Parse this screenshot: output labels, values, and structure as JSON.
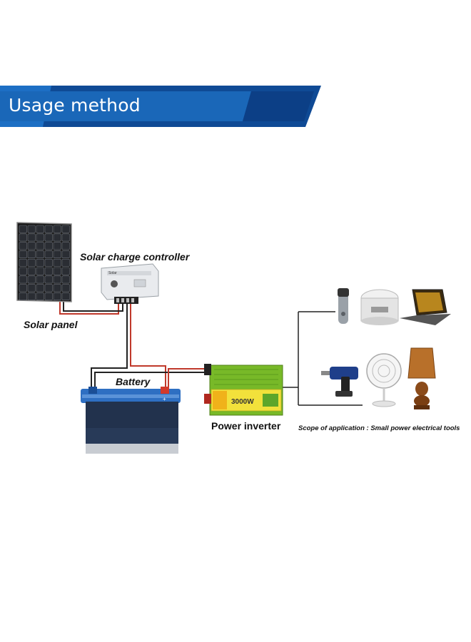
{
  "banner": {
    "title": "Usage method",
    "color": "#1a67b8",
    "dark_color": "#0d3e83"
  },
  "labels": {
    "solar_charge_controller": "Solar charge controller",
    "solar_panel": "Solar panel",
    "battery": "Battery",
    "power_inverter": "Power inverter",
    "scope": "Scope of application : Small power electrical tools"
  },
  "inverter": {
    "power_rating": "3000W"
  },
  "appliances": [
    "shaver-icon",
    "rice-cooker-icon",
    "laptop-icon",
    "drill-icon",
    "fan-icon",
    "lamp-icon"
  ]
}
